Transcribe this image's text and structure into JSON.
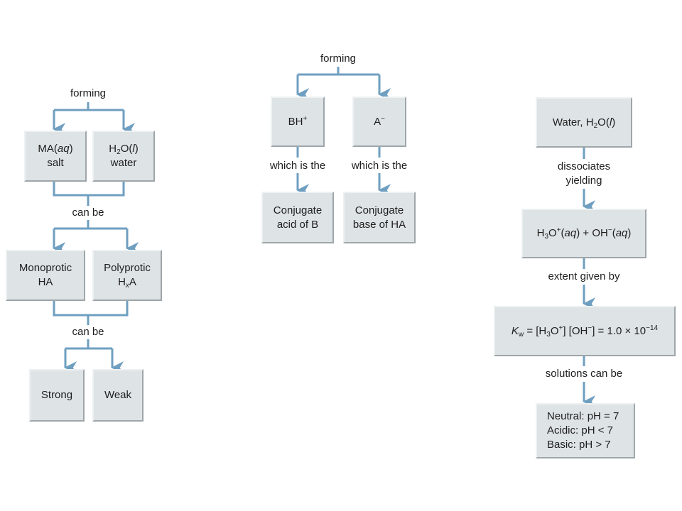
{
  "colors": {
    "connector": "#6f9fc0",
    "box_fill": "#dee3e5",
    "text": "#1e1e1e"
  },
  "col1": {
    "forming": "forming",
    "ma_aq": {
      "pre": "MA(",
      "italic": "aq",
      "post": ")"
    },
    "salt": "salt",
    "h2o": {
      "h": "H",
      "sub": "2",
      "o": "O(",
      "italic": "l",
      "post": ")"
    },
    "water": "water",
    "can_be_1": "can be",
    "monoprotic": "Monoprotic",
    "ha": "HA",
    "polyprotic": "Polyprotic",
    "hxa": {
      "h": "H",
      "sub": "x",
      "a": "A"
    },
    "can_be_2": "can be",
    "strong": "Strong",
    "weak": "Weak"
  },
  "col2": {
    "forming": "forming",
    "bh": {
      "base": "BH",
      "sup": "+"
    },
    "a_minus": {
      "base": "A",
      "sup": "−"
    },
    "which_is_the_1": "which is the",
    "which_is_the_2": "which is the",
    "conj_acid": [
      "Conjugate",
      "acid of B"
    ],
    "conj_base": [
      "Conjugate",
      "base of HA"
    ]
  },
  "col3": {
    "water": {
      "pre": "Water, H",
      "sub": "2",
      "o": "O(",
      "italic": "l",
      "post": ")"
    },
    "dissociates": [
      "dissociates",
      "yielding"
    ],
    "ions": {
      "h": "H",
      "sub3": "3",
      "o": "O",
      "sup_plus": "+",
      "aq1": "aq",
      "plus": " + OH",
      "sup_minus": "−",
      "aq2": "aq"
    },
    "extent": "extent given by",
    "kw": {
      "k": "K",
      "w": "w",
      "eq": " = [H",
      "sub3": "3",
      "o": "O",
      "sup_plus": "+",
      "mid": "] [OH",
      "sup_minus": "−",
      "val": "] = 1.0 × 10",
      "exp": "−14"
    },
    "solutions": "solutions can be",
    "neutral": "Neutral: pH = 7",
    "acidic": "Acidic: pH < 7",
    "basic": "Basic: pH > 7"
  }
}
